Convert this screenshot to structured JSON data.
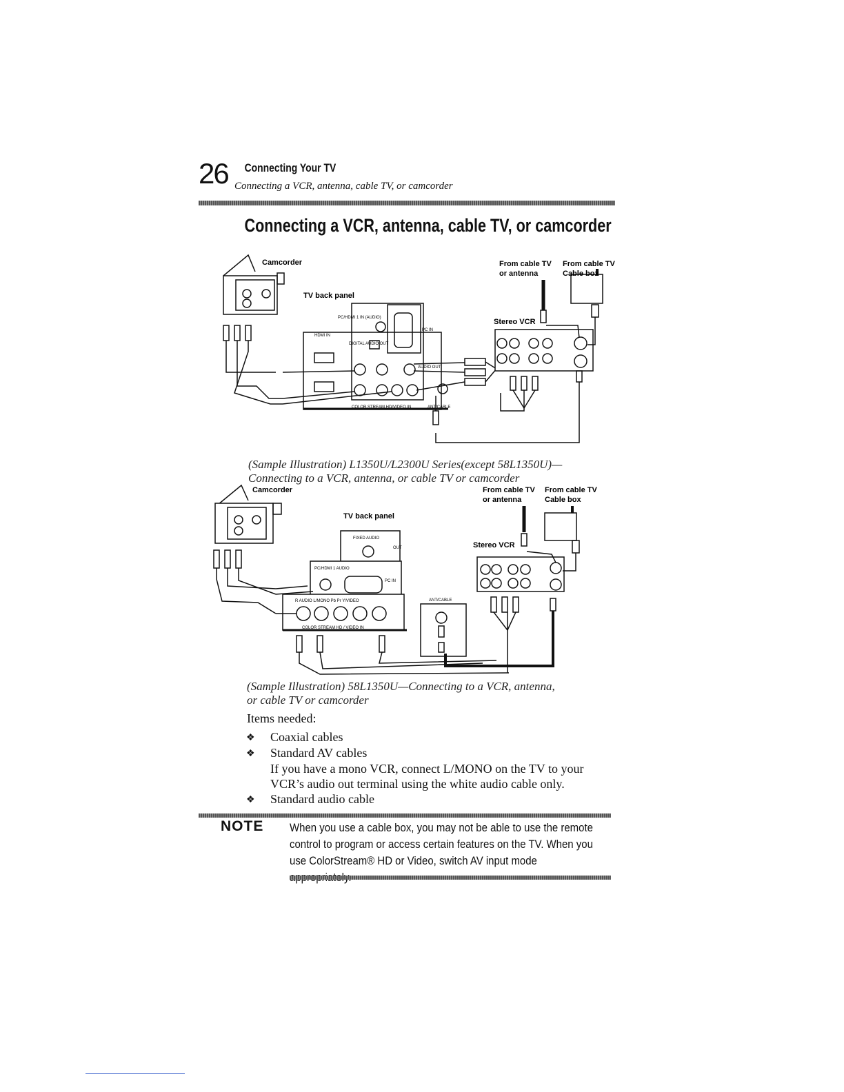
{
  "header": {
    "page_number": "26",
    "chapter_title": "Connecting Your TV",
    "section_subtitle": "Connecting a VCR, antenna, cable TV, or camcorder"
  },
  "heading": "Connecting a VCR, antenna, cable TV, or camcorder",
  "figure1": {
    "camcorder": "Camcorder",
    "tv_back_panel": "TV back panel",
    "from_cable_antenna_1": "From cable TV",
    "from_cable_antenna_2": "or antenna",
    "from_cable_box_1": "From cable TV",
    "from_cable_box_2": "Cable box",
    "stereo_vcr": "Stereo VCR",
    "hdmi_in": "HDMI IN",
    "pc_hdmi_in": "PC/HDMI 1 IN (AUDIO)",
    "pc_in": "PC IN",
    "digital_audio_out": "DIGITAL AUDIO OUT",
    "audio_out": "AUDIO OUT",
    "colorstream": "COLOR STREAM HD/VIDEO IN",
    "ant_cable": "ANT/CABLE",
    "caption_1": "(Sample Illustration) L1350U/L2300U Series(except 58L1350U)—",
    "caption_2": "Connecting to a VCR, antenna, or cable TV or camcorder"
  },
  "figure2": {
    "camcorder": "Camcorder",
    "tv_back_panel": "TV back panel",
    "from_cable_antenna_1": "From cable TV",
    "from_cable_antenna_2": "or antenna",
    "from_cable_box_1": "From cable TV",
    "from_cable_box_2": "Cable box",
    "stereo_vcr": "Stereo VCR",
    "fixed_audio": "FIXED AUDIO",
    "out": "OUT",
    "pc_hdmi_audio": "PC/HDMI 1 AUDIO",
    "pc_in": "PC IN",
    "audio_row": "R AUDIO L/MONO Pb Pr Y/VIDEO",
    "colorstream": "COLOR STREAM HD / VIDEO IN",
    "ant_cable": "ANT/CABLE",
    "caption_1": "(Sample Illustration) 58L1350U—Connecting to a VCR, antenna,",
    "caption_2": "or cable TV or camcorder"
  },
  "items_needed": {
    "intro": "Items needed:",
    "items": [
      "Coaxial cables",
      "Standard AV cables",
      "Standard audio cable"
    ],
    "mono_note_1": "If you have a mono VCR, connect L/MONO on the TV to your",
    "mono_note_2": "VCR’s audio out terminal using the white audio cable only."
  },
  "note": {
    "label": "NOTE",
    "text_1": "When you use a cable box, you may not be able to use the remote",
    "text_2": "control to program or access certain features on the TV. When you",
    "text_3": "use ColorStream® HD or Video, switch AV input mode appropriately."
  }
}
